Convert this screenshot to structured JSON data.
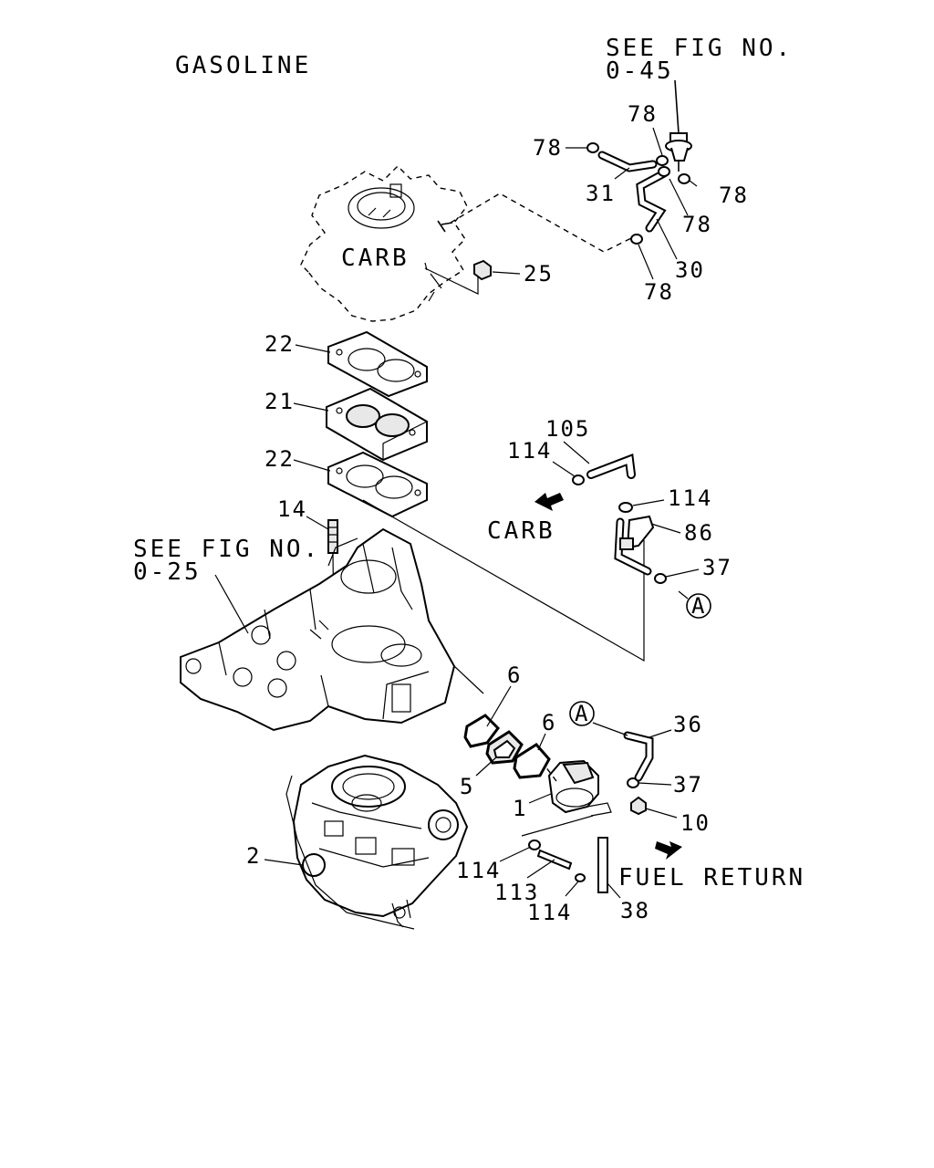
{
  "header": {
    "title": "GASOLINE"
  },
  "references": {
    "fig_top": {
      "line1": "SEE FIG NO.",
      "line2": "0-45"
    },
    "fig_left": {
      "line1": "SEE FIG NO.",
      "line2": "0-25"
    }
  },
  "section_labels": {
    "carb_top": "CARB",
    "carb_arrow": "CARB",
    "fuel_return": "FUEL RETURN",
    "ref_a_1": "A",
    "ref_a_2": "A"
  },
  "callouts": {
    "p78a": "78",
    "p78b": "78",
    "p78c": "78",
    "p78d": "78",
    "p78e": "78",
    "p31": "31",
    "p30": "30",
    "p25": "25",
    "p22a": "22",
    "p21": "21",
    "p22b": "22",
    "p105": "105",
    "p114a": "114",
    "p114b": "114",
    "p86": "86",
    "p37a": "37",
    "p14": "14",
    "p6a": "6",
    "p6b": "6",
    "p5": "5",
    "p36": "36",
    "p37b": "37",
    "p1": "1",
    "p10": "10",
    "p2": "2",
    "p114c": "114",
    "p113": "113",
    "p114d": "114",
    "p38": "38"
  }
}
